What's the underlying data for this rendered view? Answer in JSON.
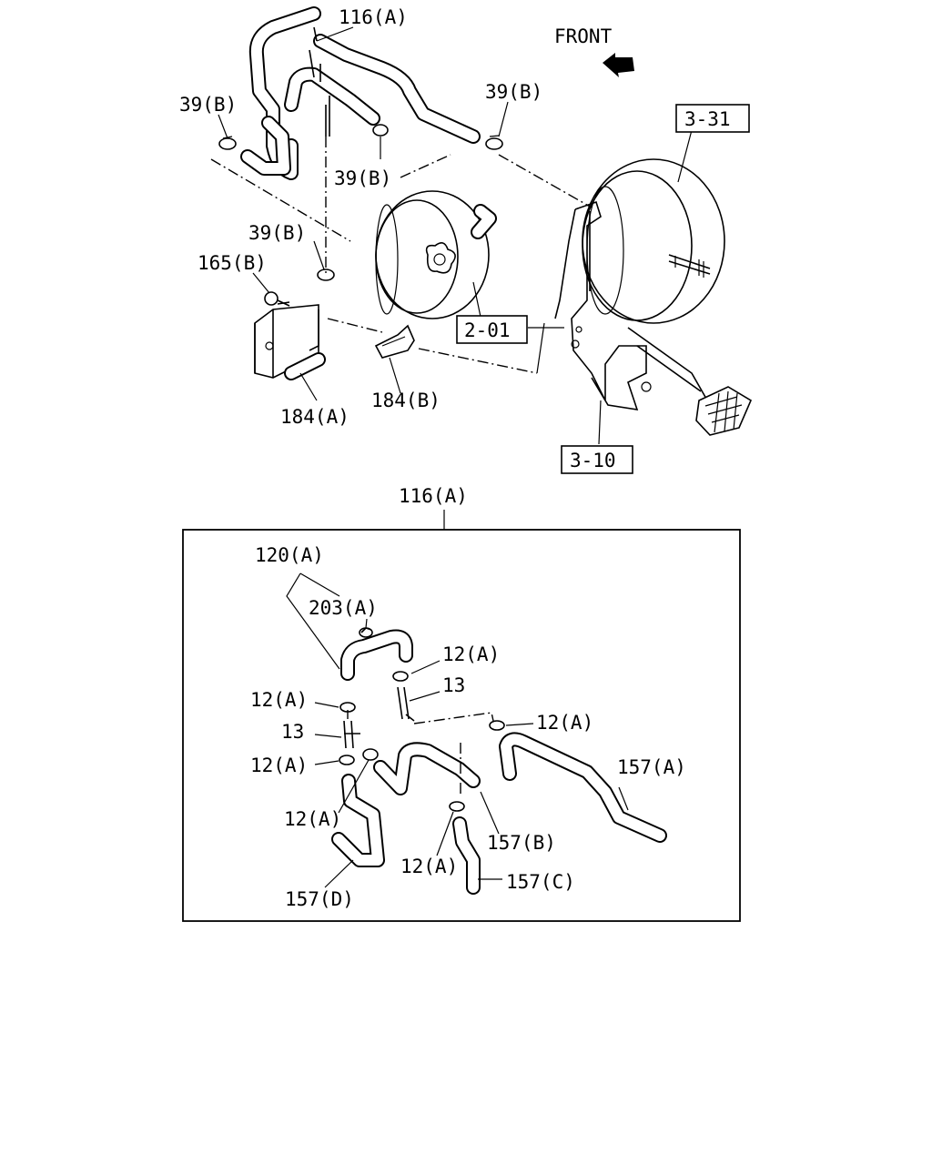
{
  "labels": {
    "l116a_top": "116(A)",
    "front": "FRONT",
    "l39b_left": "39(B)",
    "l39b_right": "39(B)",
    "l39b_mid": "39(B)",
    "l39b_lower": "39(B)",
    "l165b": "165(B)",
    "l184a": "184(A)",
    "l184b": "184(B)",
    "l116a_detail": "116(A)",
    "l120a": "120(A)",
    "l203a": "203(A)",
    "l12a_1": "12(A)",
    "l13_1": "13",
    "l12a_2": "12(A)",
    "l12a_3": "12(A)",
    "l13_2": "13",
    "l12a_4": "12(A)",
    "l157a": "157(A)",
    "l12a_5": "12(A)",
    "l157b": "157(B)",
    "l12a_6": "12(A)",
    "l157c": "157(C)",
    "l157d": "157(D)"
  },
  "ref_boxes": {
    "r331": "3-31",
    "r201": "2-01",
    "r310": "3-10"
  }
}
